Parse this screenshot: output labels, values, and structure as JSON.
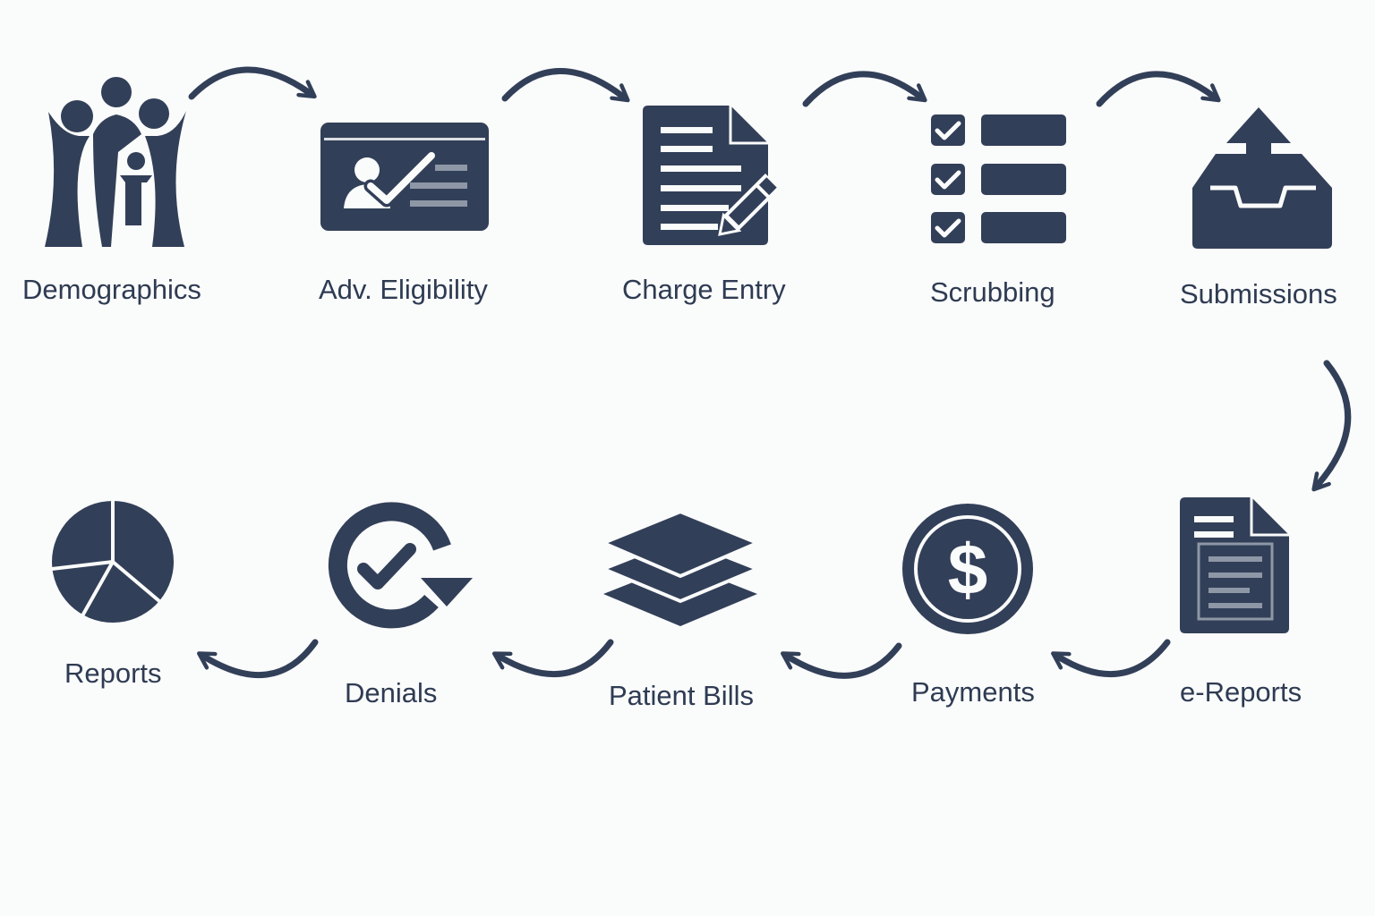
{
  "colors": {
    "primary": "#323f58",
    "background": "#fafbfb",
    "label": "#2e3b52",
    "accent_light": "#fafbfb",
    "line_light": "#8e97a6"
  },
  "steps": [
    {
      "label": "Demographics",
      "icon": "family-icon"
    },
    {
      "label": "Adv. Eligibility",
      "icon": "id-card-check-icon"
    },
    {
      "label": "Charge Entry",
      "icon": "document-pencil-icon"
    },
    {
      "label": "Scrubbing",
      "icon": "checklist-icon"
    },
    {
      "label": "Submissions",
      "icon": "upload-tray-icon"
    },
    {
      "label": "e-Reports",
      "icon": "report-document-icon"
    },
    {
      "label": "Payments",
      "icon": "dollar-coin-icon"
    },
    {
      "label": "Patient Bills",
      "icon": "layers-icon"
    },
    {
      "label": "Denials",
      "icon": "refresh-check-icon"
    },
    {
      "label": "Reports",
      "icon": "pie-chart-icon"
    }
  ]
}
